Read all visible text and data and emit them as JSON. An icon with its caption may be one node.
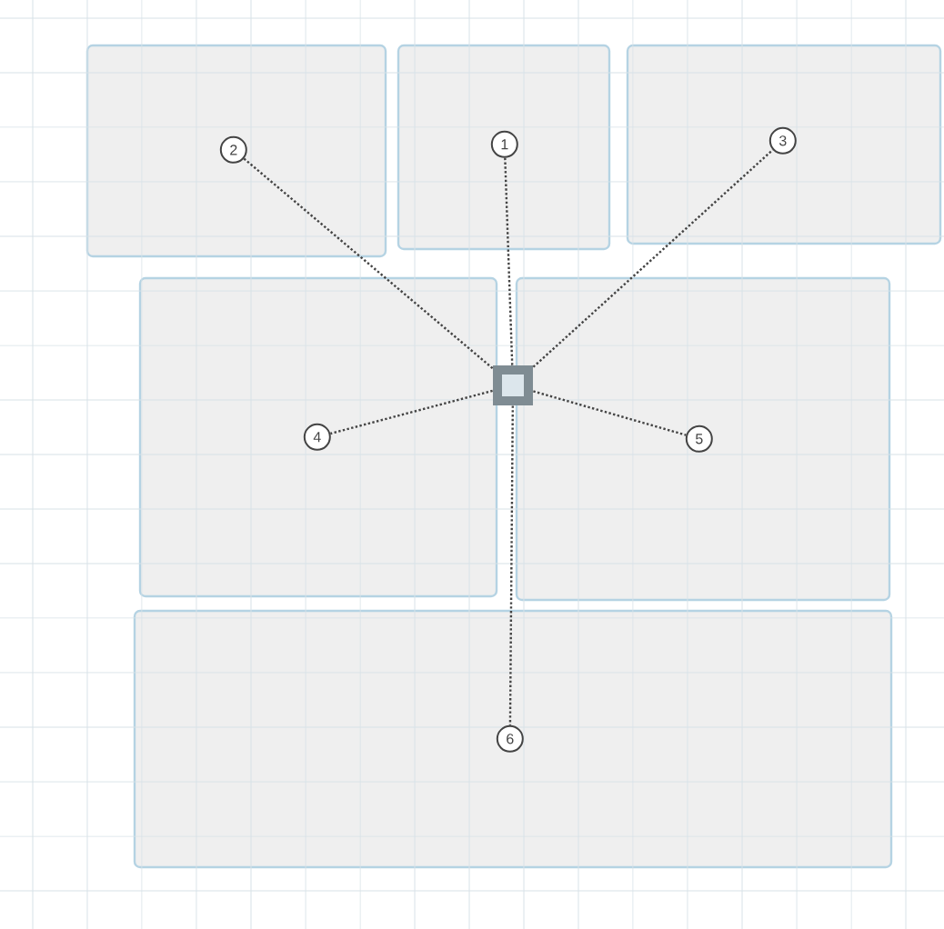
{
  "diagram": {
    "nodes": [
      {
        "text": [],
        "shape": "box"
      },
      {
        "text": [],
        "shape": "box"
      },
      {
        "text": [],
        "shape": "box"
      },
      {
        "text": [],
        "shape": "box"
      },
      {
        "text": [],
        "shape": "box"
      },
      {
        "text": [],
        "shape": "box"
      },
      {
        "text": [],
        "shape": "box"
      },
      {
        "text": [
          "2"
        ],
        "in": 0
      },
      {
        "text": [
          "1"
        ],
        "in": 1
      },
      {
        "text": [
          "3"
        ],
        "in": 2
      },
      {
        "text": [
          "4"
        ],
        "in": 3
      },
      {
        "text": [
          "5"
        ],
        "in": 4
      },
      {
        "text": [
          "6"
        ],
        "in": 5
      }
    ],
    "edges": [
      {
        "from": 6,
        "to": 7,
        "arrow": "none"
      },
      {
        "from": 6,
        "to": 8,
        "arrow": "none"
      },
      {
        "from": 6,
        "to": 9,
        "arrow": "none"
      },
      {
        "from": 6,
        "to": 10,
        "arrow": "none"
      },
      {
        "from": 6,
        "to": 11,
        "arrow": "none"
      },
      {
        "from": 6,
        "to": 12,
        "arrow": "none"
      }
    ]
  }
}
